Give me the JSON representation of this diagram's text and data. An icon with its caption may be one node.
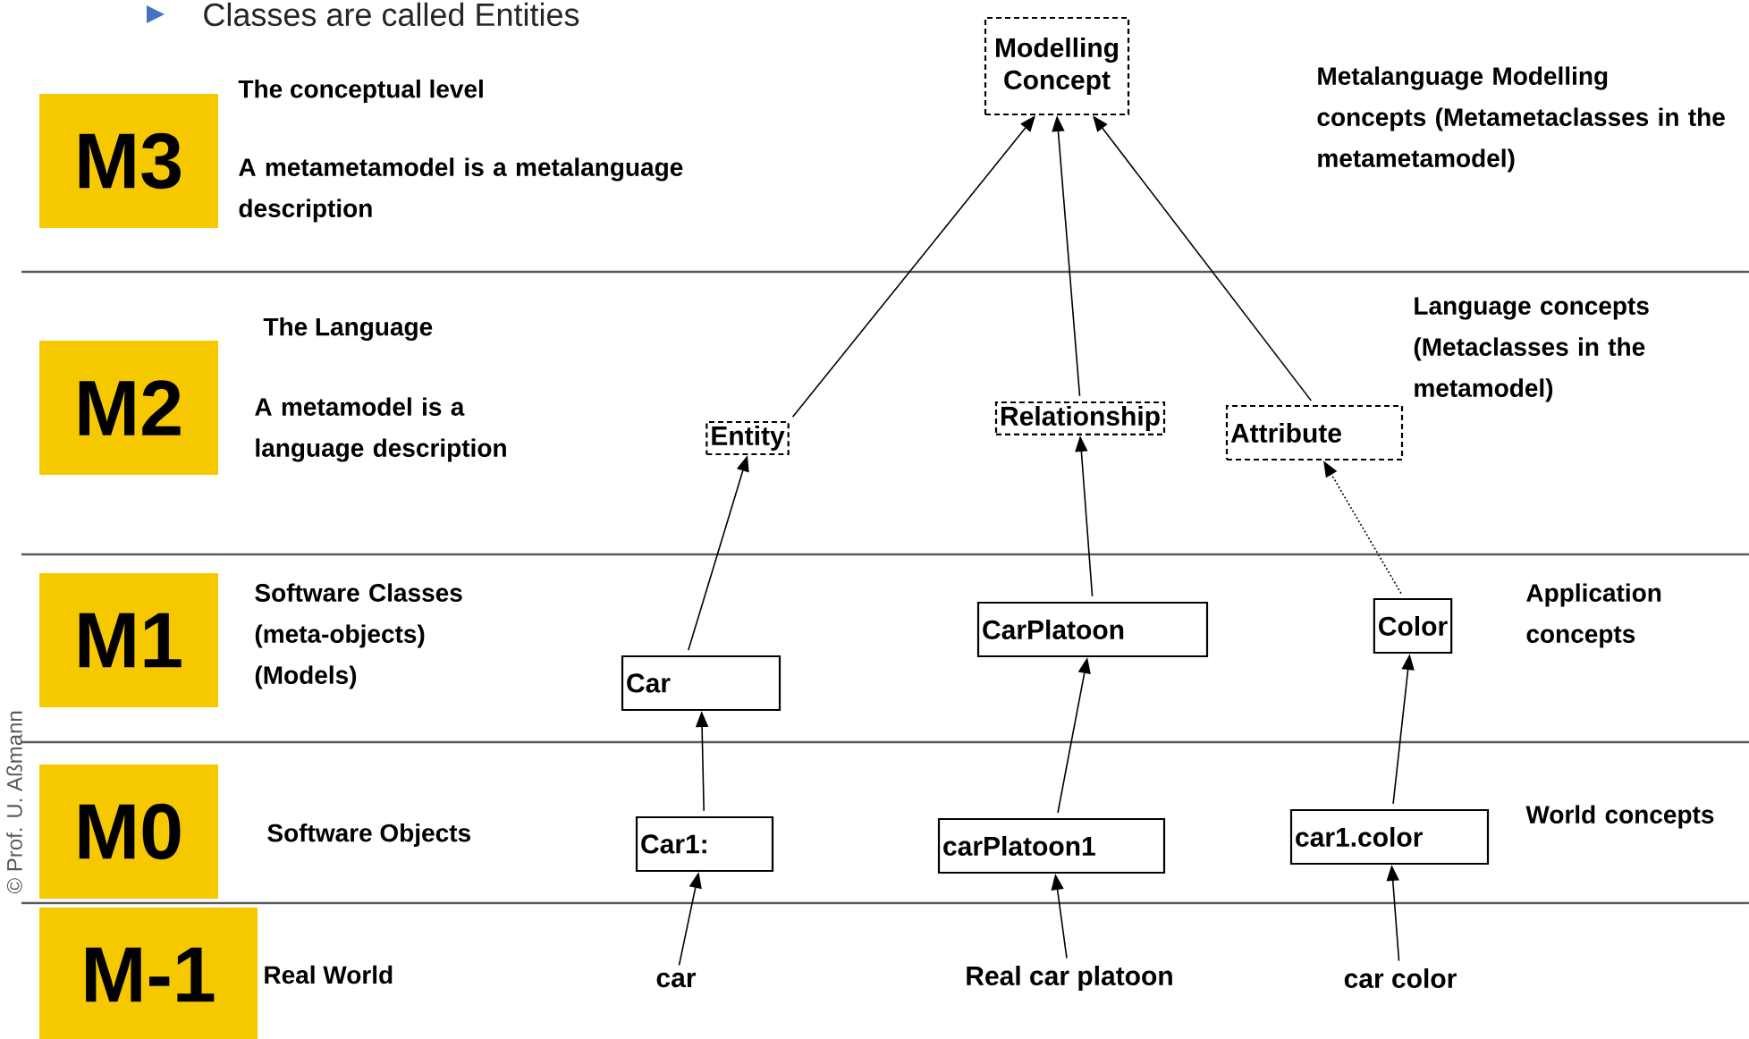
{
  "diagram": {
    "nodes": [
      {
        "text": [
          "Modelling Concept"
        ]
      },
      {
        "text": [
          "Entity"
        ]
      },
      {
        "text": [
          "Relationship"
        ]
      },
      {
        "text": [
          "Attribute"
        ]
      },
      {
        "text": [
          "Car"
        ]
      },
      {
        "text": [
          "CarPlatoon"
        ]
      },
      {
        "text": [
          "Color"
        ]
      },
      {
        "text": [
          "Car1:"
        ]
      },
      {
        "text": [
          "carPlatoon1"
        ]
      },
      {
        "text": [
          "car1.color"
        ]
      },
      {
        "text": [
          "car"
        ]
      },
      {
        "text": [
          "Real car platoon"
        ]
      },
      {
        "text": [
          "car color"
        ]
      },
      {
        "text": [
          "M3"
        ]
      },
      {
        "text": [
          "M2"
        ]
      },
      {
        "text": [
          "M1"
        ]
      },
      {
        "text": [
          "M0"
        ]
      },
      {
        "text": [
          "M-1"
        ]
      }
    ],
    "edges": [
      {
        "from": 1,
        "to": 0,
        "arrow": "to"
      },
      {
        "from": 2,
        "to": 0,
        "arrow": "to"
      },
      {
        "from": 3,
        "to": 0,
        "arrow": "to"
      },
      {
        "from": 4,
        "to": 1,
        "arrow": "to"
      },
      {
        "from": 5,
        "to": 2,
        "arrow": "to"
      },
      {
        "from": 6,
        "to": 3,
        "arrow": "to",
        "style": "dashed"
      },
      {
        "from": 7,
        "to": 4,
        "arrow": "to"
      },
      {
        "from": 8,
        "to": 5,
        "arrow": "to"
      },
      {
        "from": 9,
        "to": 6,
        "arrow": "to"
      },
      {
        "from": 10,
        "to": 7,
        "arrow": "to"
      },
      {
        "from": 11,
        "to": 8,
        "arrow": "to"
      },
      {
        "from": 12,
        "to": 9,
        "arrow": "to"
      }
    ],
    "labels": [
      "Classes are called Entities",
      "The conceptual level",
      "A metametamodel is a metalanguage description",
      "Metalanguage Modelling concepts (Metametaclasses in the metametamodel)",
      "The Language",
      "A metamodel is a language description",
      "Language concepts (Metaclasses in the metamodel)",
      "Software Classes (meta-objects) (Models)",
      "Application concepts",
      "Software Objects",
      "World concepts",
      "Real World",
      "© Prof. U. Aßmann"
    ]
  }
}
